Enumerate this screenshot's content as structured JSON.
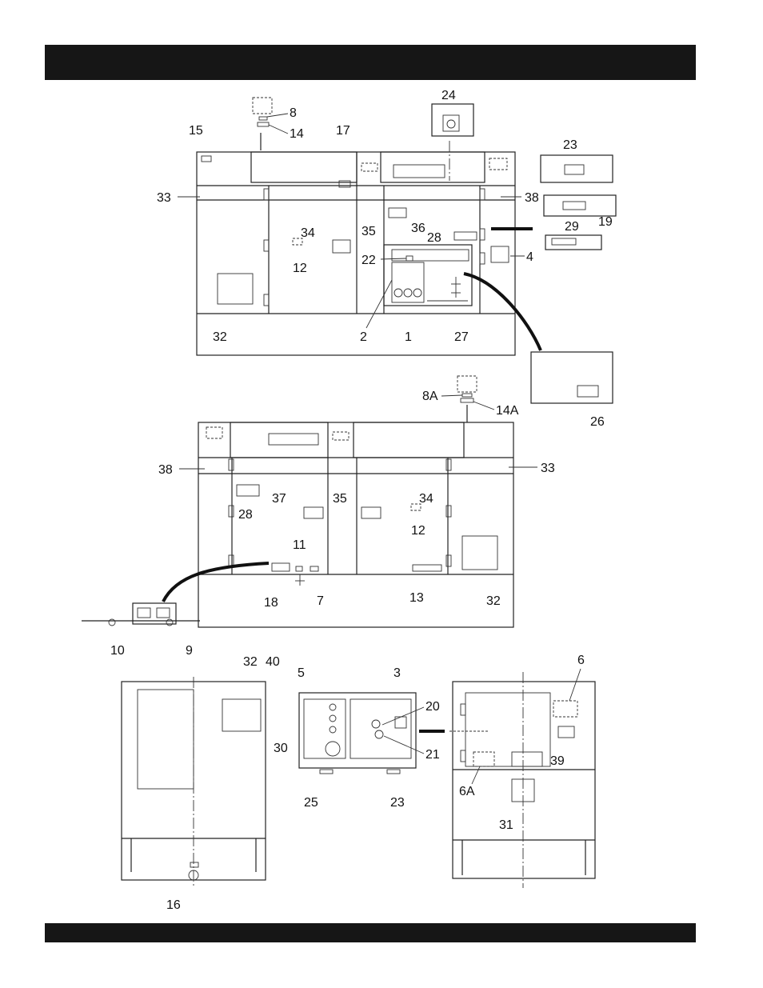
{
  "header_bar": {
    "text": ""
  },
  "footer_bar": {
    "text": ""
  },
  "callouts": {
    "front": [
      "8",
      "14",
      "15",
      "17",
      "24",
      "23",
      "33",
      "38",
      "34",
      "35",
      "36",
      "29",
      "19",
      "28",
      "4",
      "12",
      "22",
      "32",
      "2",
      "1",
      "27",
      "26"
    ],
    "rear": [
      "8A",
      "14A",
      "38",
      "37",
      "35",
      "34",
      "33",
      "28",
      "12",
      "11",
      "18",
      "7",
      "13",
      "32",
      "10",
      "9"
    ],
    "bottom": [
      "32",
      "40",
      "30",
      "16",
      "5",
      "3",
      "20",
      "21",
      "25",
      "23",
      "6",
      "39",
      "6A",
      "31"
    ]
  }
}
